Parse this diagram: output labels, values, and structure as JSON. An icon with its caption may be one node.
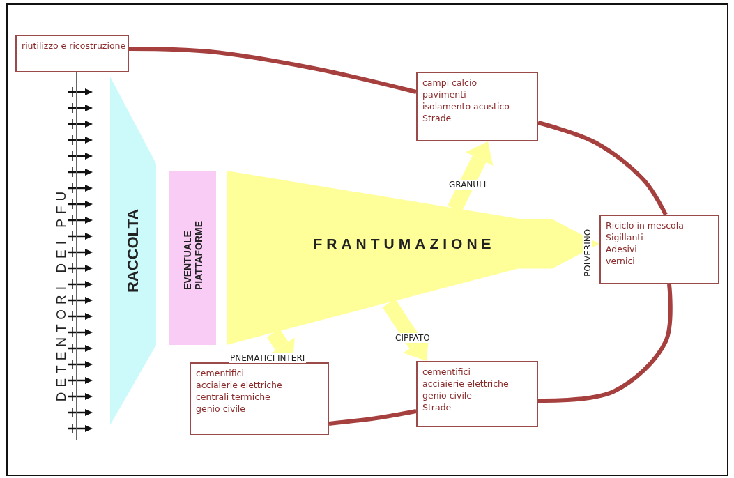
{
  "diagram": {
    "nodes": [
      {
        "text": [
          "riutilizzo e ricostruzione"
        ]
      },
      {
        "text": [
          "campi calcio",
          "pavimenti",
          "isolamento acustico",
          "Strade"
        ]
      },
      {
        "text": [
          "RACCOLTA"
        ]
      },
      {
        "text": [
          "EVENTUALE PIATTAFORME"
        ]
      },
      {
        "text": [
          "FRANTUMAZIONE"
        ]
      },
      {
        "text": [
          "Riciclo in mescola",
          "Sigillanti",
          "Adesivi",
          "vernici"
        ]
      },
      {
        "text": [
          "cementifici",
          "acciaierie elettriche",
          "centrali termiche",
          "genio civile"
        ]
      },
      {
        "text": [
          "cementifici",
          "acciaierie elettriche",
          "genio civile",
          "Strade"
        ]
      }
    ],
    "edges": [
      {
        "from": 0,
        "to": 1,
        "arrow": "none"
      },
      {
        "from": 1,
        "to": 5,
        "arrow": "none"
      },
      {
        "from": 5,
        "to": 7,
        "arrow": "none"
      },
      {
        "from": 7,
        "to": 6,
        "arrow": "none"
      },
      {
        "from": 4,
        "to": 1,
        "arrow": "to",
        "label": "GRANULI",
        "style": "thick",
        "color": "#ffff99"
      },
      {
        "from": 4,
        "to": 5,
        "arrow": "to",
        "label": "POLVERINO",
        "style": "thick",
        "color": "#ffff99"
      },
      {
        "from": 4,
        "to": 7,
        "arrow": "to",
        "label": "CIPPATO",
        "style": "thick",
        "color": "#ffff99"
      },
      {
        "from": 4,
        "to": 6,
        "arrow": "to",
        "label": "PNEMATICI INTERI",
        "style": "thick",
        "color": "#ffff99"
      },
      {
        "from": 0,
        "to": null,
        "arrow": "none",
        "color": "#666666"
      }
    ],
    "labels": [
      "DETENTORI DEI PFU"
    ]
  }
}
